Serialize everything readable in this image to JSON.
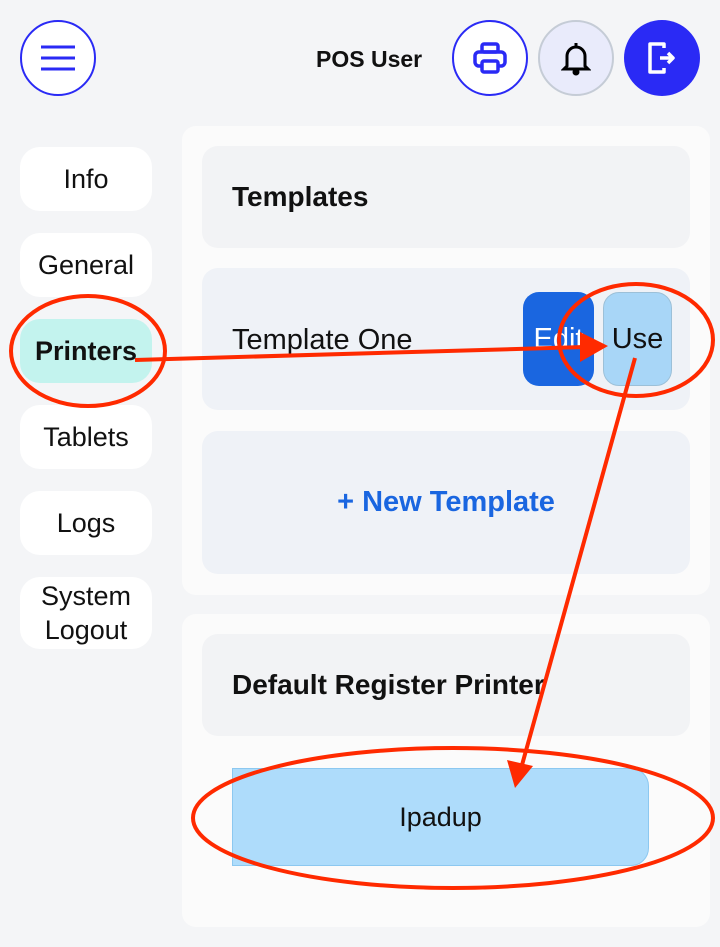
{
  "header": {
    "user_name": "POS User"
  },
  "sidebar": {
    "items": [
      {
        "label": "Info"
      },
      {
        "label": "General"
      },
      {
        "label": "Printers",
        "active": true
      },
      {
        "label": "Tablets"
      },
      {
        "label": "Logs"
      },
      {
        "label": "System Logout"
      }
    ]
  },
  "templates": {
    "title": "Templates",
    "items": [
      {
        "name": "Template One",
        "edit_label": "Edit",
        "use_label": "Use"
      }
    ],
    "new_label": "+ New Template"
  },
  "default_printer": {
    "title": "Default Register Printer",
    "value": "Ipadup"
  },
  "colors": {
    "accent": "#2a2af5",
    "edit": "#1a66e0",
    "use": "#a8d6f7",
    "active_nav": "#c3f3ee",
    "annotation": "#ff2a00"
  }
}
